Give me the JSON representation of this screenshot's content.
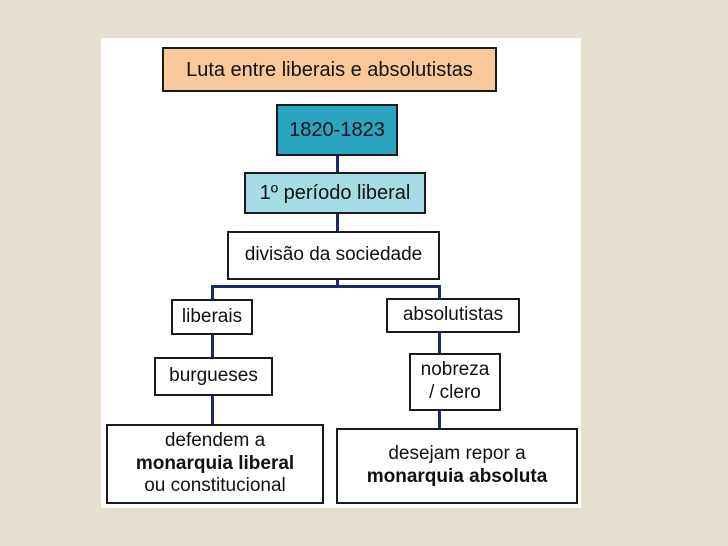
{
  "diagram": {
    "title": "Luta entre liberais e absolutistas",
    "period_years": "1820-1823",
    "period_name": "1º período liberal",
    "division": "divisão da sociedade",
    "left": {
      "group": "liberais",
      "class": "burgueses",
      "goal_line1": "defendem a",
      "goal_line2": "monarquia liberal",
      "goal_line3": "ou constitucional"
    },
    "right": {
      "group": "absolutistas",
      "class_line1": "nobreza",
      "class_line2": "/ clero",
      "goal_line1": "desejam repor a",
      "goal_line2": "monarquia absoluta"
    }
  },
  "colors": {
    "background": "#e4dfce",
    "title_fill": "#f9c89b",
    "period_years_fill": "#2aa4bf",
    "period_name_fill": "#a6dce5",
    "connector": "#1c2a6b"
  }
}
